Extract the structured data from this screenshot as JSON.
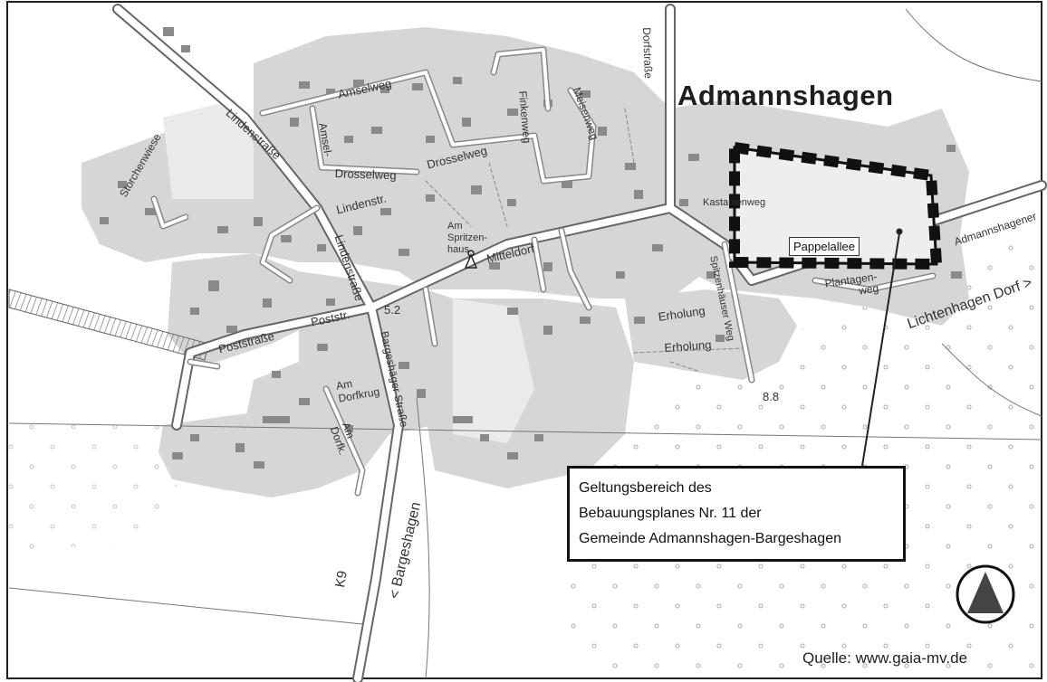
{
  "map": {
    "place_name": "Admannshagen",
    "highlight_street": "Pappelallee",
    "legend": {
      "line1": "Geltungsbereich des",
      "line2": "Bebauungsplanes Nr. 11 der",
      "line3": "Gemeinde Admannshagen-Bargeshagen"
    },
    "source": "Quelle: www.gaia-mv.de",
    "north_arrow_icon": "north-arrow-icon",
    "streets": {
      "lindenstrasse_top": "Lindenstraße",
      "amselweg": "Amselweg",
      "amsel": "Amsel-",
      "drosselweg_left": "Drosselweg",
      "drosselweg_right": "Drosselweg",
      "finkenweg": "Finkenweg",
      "meisenweg": "Meisenweg",
      "lindenstr": "Lindenstr.",
      "lindenstrasse_vertical": "Lindenstraße",
      "mitteldorf": "Mitteldorf",
      "am_spritzenhaus": "Am Spritzen-haus",
      "poststrasse": "Poststraße",
      "poststr": "Poststr.",
      "elevation_5": "5.2",
      "elevation_8": "8.8",
      "am_dorfkrug": "Am Dorfkrug",
      "am_dorfk": "Am Dorfk.",
      "bargeshaeger_strasse": "Bargeshäger Straße",
      "bargeshagen": "< Bargeshagen",
      "k9": "K9",
      "storchenwiese": "Storchenwiese",
      "dorfstrasse": "Dorfstraße",
      "kastanienweg": "Kastanienweg",
      "spitzenhauser_weg": "Spitzenhäuser Weg",
      "plantagenweg": "Plantagen-weg",
      "erholung_1": "Erholung",
      "erholung_2": "Erholung",
      "admannshagener": "Admannshagener",
      "lichtenhagen_dorf": "Lichtenhagen Dorf >"
    }
  }
}
